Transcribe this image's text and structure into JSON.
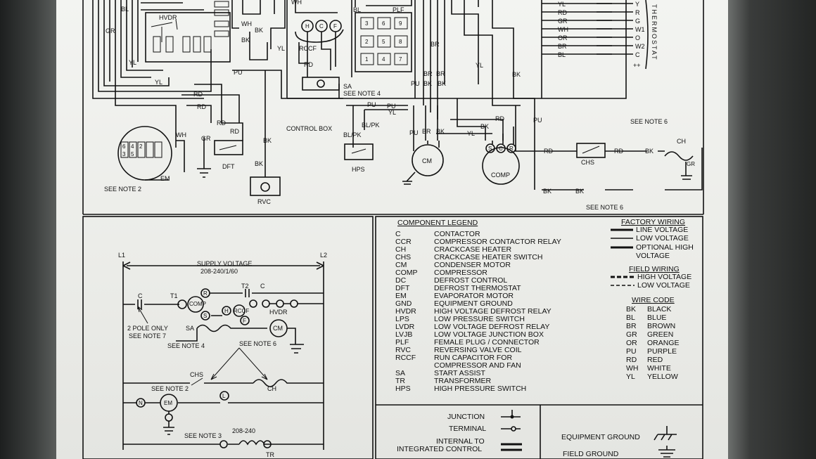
{
  "wiring": {
    "top_labels": {
      "bl": "BL",
      "gr": "GR",
      "yl_1": "YL",
      "yl_2": "YL",
      "yl_3": "YL",
      "wh_1": "WH",
      "wh_2": "WH",
      "bk_1": "BK",
      "bk_2": "BK",
      "bk_3": "BK",
      "bk_4": "BK",
      "pu_1": "PU",
      "pu_2": "PU",
      "pu_3": "PU",
      "pu_4": "PU",
      "rd_1": "RD",
      "rd_2": "RD",
      "rd_3": "RD",
      "rd_4": "RD",
      "rd_5": "RD",
      "rd_6": "RD",
      "br_1": "BR",
      "br_2": "BR",
      "br_3": "BR",
      "bl_pk_1": "BL/PK",
      "bl_pk_2": "BL/PK",
      "hvdr": "HVDR",
      "rccf": "RCCF",
      "plf": "PLF",
      "sa": "SA",
      "see_note_4": "SEE NOTE 4",
      "control_box": "CONTROL BOX",
      "dft": "DFT",
      "rvc": "RVC",
      "hps": "HPS",
      "cm": "CM",
      "comp": "COMP",
      "em": "EM",
      "see_note_2": "SEE NOTE 2",
      "see_note_6_a": "SEE NOTE 6",
      "see_note_6_b": "SEE NOTE 6",
      "chs": "CHS",
      "ch": "CH",
      "gr_small": "GR",
      "rccf_h": "H",
      "rccf_c": "C",
      "rccf_f": "F",
      "plf_pins": [
        "3",
        "6",
        "9",
        "2",
        "5",
        "8",
        "1",
        "4",
        "7"
      ],
      "em_pins": [
        "6",
        "4",
        "2",
        "3",
        "5"
      ],
      "comp_pins": [
        "S",
        "C",
        "R"
      ]
    },
    "thermostat": {
      "wires": [
        "YL",
        "RD",
        "GR",
        "WH",
        "OR",
        "BR",
        "BL"
      ],
      "terminals": [
        "Y",
        "R",
        "G",
        "W1",
        "O",
        "W2",
        "C"
      ],
      "word": "THERMOSTAT",
      "plus": "++"
    }
  },
  "ladder": {
    "l1": "L1",
    "l2": "L2",
    "supply_voltage": "SUPPLY VOLTAGE",
    "supply_spec": "208-240/1/60",
    "labels": {
      "c_1": "C",
      "c_2": "C",
      "t1": "T1",
      "t2": "T2",
      "comp": "COMP",
      "hvdr": "HVDR",
      "rccf": "RCCF",
      "r": "R",
      "s": "S",
      "f": "F",
      "h": "H",
      "sa": "SA",
      "cm": "CM",
      "two_pole_only": "2 POLE ONLY",
      "see_note_7": "SEE NOTE 7",
      "see_note_4": "SEE NOTE 4",
      "see_note_6": "SEE NOTE 6",
      "chs": "CHS",
      "ch": "CH",
      "see_note_2": "SEE NOTE 2",
      "n": "N",
      "em": "EM",
      "l": "L",
      "see_note_3": "SEE NOTE 3",
      "tr_volt": "208-240",
      "tr": "TR"
    }
  },
  "legend": {
    "title": "COMPONENT LEGEND",
    "items": [
      {
        "code": "C",
        "desc": "CONTACTOR"
      },
      {
        "code": "CCR",
        "desc": "COMPRESSOR CONTACTOR RELAY"
      },
      {
        "code": "CH",
        "desc": "CRACKCASE HEATER"
      },
      {
        "code": "CHS",
        "desc": "CRACKCASE HEATER SWITCH"
      },
      {
        "code": "CM",
        "desc": "CONDENSER MOTOR"
      },
      {
        "code": "COMP",
        "desc": "COMPRESSOR"
      },
      {
        "code": "DC",
        "desc": "DEFROST CONTROL"
      },
      {
        "code": "DFT",
        "desc": "DEFROST THERMOSTAT"
      },
      {
        "code": "EM",
        "desc": "EVAPORATOR MOTOR"
      },
      {
        "code": "GND",
        "desc": "EQUIPMENT GROUND"
      },
      {
        "code": "HVDR",
        "desc": "HIGH VOLTAGE DEFROST RELAY"
      },
      {
        "code": "LPS",
        "desc": "LOW PRESSURE SWITCH"
      },
      {
        "code": "LVDR",
        "desc": "LOW VOLTAGE DEFROST RELAY"
      },
      {
        "code": "LVJB",
        "desc": "LOW VOLTAGE JUNCTION BOX"
      },
      {
        "code": "PLF",
        "desc": "FEMALE PLUG / CONNECTOR"
      },
      {
        "code": "RVC",
        "desc": "REVERSING VALVE COIL"
      },
      {
        "code": "RCCF",
        "desc": "RUN CAPACITOR FOR"
      },
      {
        "code": "",
        "desc": "COMPRESSOR AND FAN"
      },
      {
        "code": "SA",
        "desc": "START ASSIST"
      },
      {
        "code": "TR",
        "desc": "TRANSFORMER"
      },
      {
        "code": "HPS",
        "desc": "HIGH PRESSURE SWITCH"
      }
    ]
  },
  "factory_wiring": {
    "title": "FACTORY WIRING",
    "line_voltage": "LINE VOLTAGE",
    "low_voltage": "LOW VOLTAGE",
    "optional_high": "OPTIONAL HIGH",
    "voltage": "VOLTAGE"
  },
  "field_wiring": {
    "title": "FIELD WIRING",
    "high_voltage": "HIGH VOLTAGE",
    "low_voltage": "LOW VOLTAGE"
  },
  "wire_code": {
    "title": "WIRE CODE",
    "items": [
      {
        "code": "BK",
        "color": "BLACK"
      },
      {
        "code": "BL",
        "color": "BLUE"
      },
      {
        "code": "BR",
        "color": "BROWN"
      },
      {
        "code": "GR",
        "color": "GREEN"
      },
      {
        "code": "OR",
        "color": "ORANGE"
      },
      {
        "code": "PU",
        "color": "PURPLE"
      },
      {
        "code": "RD",
        "color": "RED"
      },
      {
        "code": "WH",
        "color": "WHITE"
      },
      {
        "code": "YL",
        "color": "YELLOW"
      }
    ]
  },
  "symbols": {
    "junction": "JUNCTION",
    "terminal": "TERMINAL",
    "internal_to": "INTERNAL TO",
    "integrated_control": "INTEGRATED CONTROL",
    "equipment_ground": "EQUIPMENT GROUND",
    "field_ground": "FIELD GROUND"
  }
}
